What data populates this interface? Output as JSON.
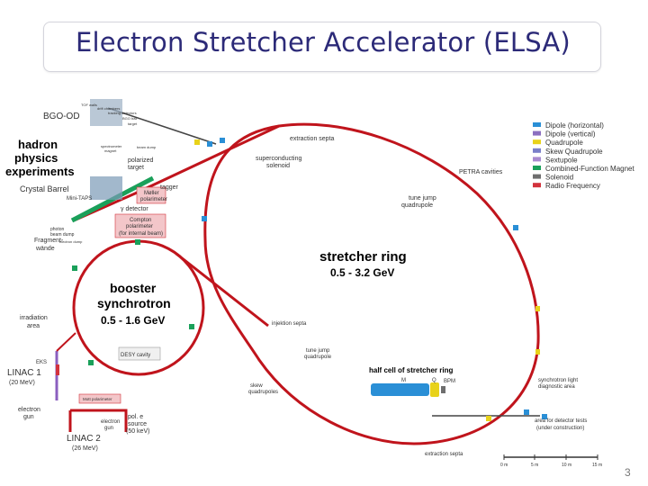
{
  "title": "Electron Stretcher Accelerator (ELSA)",
  "page_number": "3",
  "rings": {
    "stretcher": {
      "name": "stretcher ring",
      "energy": "0.5 - 3.2 GeV"
    },
    "booster": {
      "name1": "booster",
      "name2": "synchrotron",
      "energy": "0.5 - 1.6 GeV"
    }
  },
  "experiments": {
    "hadron1": "hadron",
    "hadron2": "physics",
    "hadron3": "experiments",
    "bgo_od": "BGO-OD",
    "crystal_barrel": "Crystal Barrel",
    "mini_taps": "Mini-TAPS",
    "tagger": "tagger",
    "polarized1": "polarized",
    "polarized2": "target",
    "tof": "TOF walls",
    "drift": "drift chambers",
    "tracking": "tracking detectors",
    "bgo_ball": "BGO ball",
    "target": "target",
    "spec1": "spectrometer",
    "spec2": "magnet",
    "beam_dump": "beam dump",
    "moller1": "Møller",
    "moller2": "polarimeter",
    "compton1": "Compton",
    "compton2": "polarimeter",
    "compton3": "(for internal beam)",
    "detector": "γ detector",
    "photon1": "photon",
    "photon2": "beam dump",
    "fragment1": "Fragment-",
    "fragment2": "wände",
    "electron_dump": "electron dump"
  },
  "labels": {
    "extraction_septa_top": "extraction septa",
    "superconducting1": "superconducting",
    "superconducting2": "solenoid",
    "petra": "PETRA cavities",
    "tune_jump_top1": "tune jump",
    "tune_jump_top2": "quadrupole",
    "injection_septa": "injektion septa",
    "tune_jump_bottom1": "tune jump",
    "tune_jump_bottom2": "quadrupole",
    "skew1": "skew",
    "skew2": "quadrupoles",
    "half_cell": "half cell of stretcher ring",
    "half_m": "M",
    "half_q": "Q",
    "half_bpm": "BPM",
    "sync1": "synchrotron light",
    "sync2": "diagnostic area",
    "area1": "area for detector tests",
    "area2": "(under construction)",
    "extraction_septa_bottom": "extraction septa",
    "desy": "DESY cavity",
    "irradiation1": "irradiation",
    "irradiation2": "area",
    "eks": "EKS",
    "linac1": "LINAC 1",
    "linac1_energy": "(20 MeV)",
    "mott": "Mott polarimeter",
    "electron_gun1": "electron",
    "electron_gun2": "gun",
    "electron_gun_b1": "electron",
    "electron_gun_b2": "gun",
    "pol_source1": "pol. e",
    "pol_source2": "source",
    "pol_source3": "(50 keV)",
    "linac2": "LINAC 2",
    "linac2_energy": "(26 MeV)"
  },
  "legend": [
    {
      "label": "Dipole (horizontal)",
      "color": "#2a8fd6"
    },
    {
      "label": "Dipole (vertical)",
      "color": "#8b6fc0"
    },
    {
      "label": "Quadrupole",
      "color": "#e8d21a"
    },
    {
      "label": "Skew Quadrupole",
      "color": "#7a7fc9"
    },
    {
      "label": "Sextupole",
      "color": "#a98ad0"
    },
    {
      "label": "Combined-Function Magnet",
      "color": "#1aa05a"
    },
    {
      "label": "Solenoid",
      "color": "#6e6e6e"
    },
    {
      "label": "Radio Frequency",
      "color": "#d2323c"
    }
  ],
  "scale": [
    "0 m",
    "5 m",
    "10 m",
    "15 m"
  ],
  "colors": {
    "beamline": "#c0141c",
    "title": "#2c2a78"
  }
}
